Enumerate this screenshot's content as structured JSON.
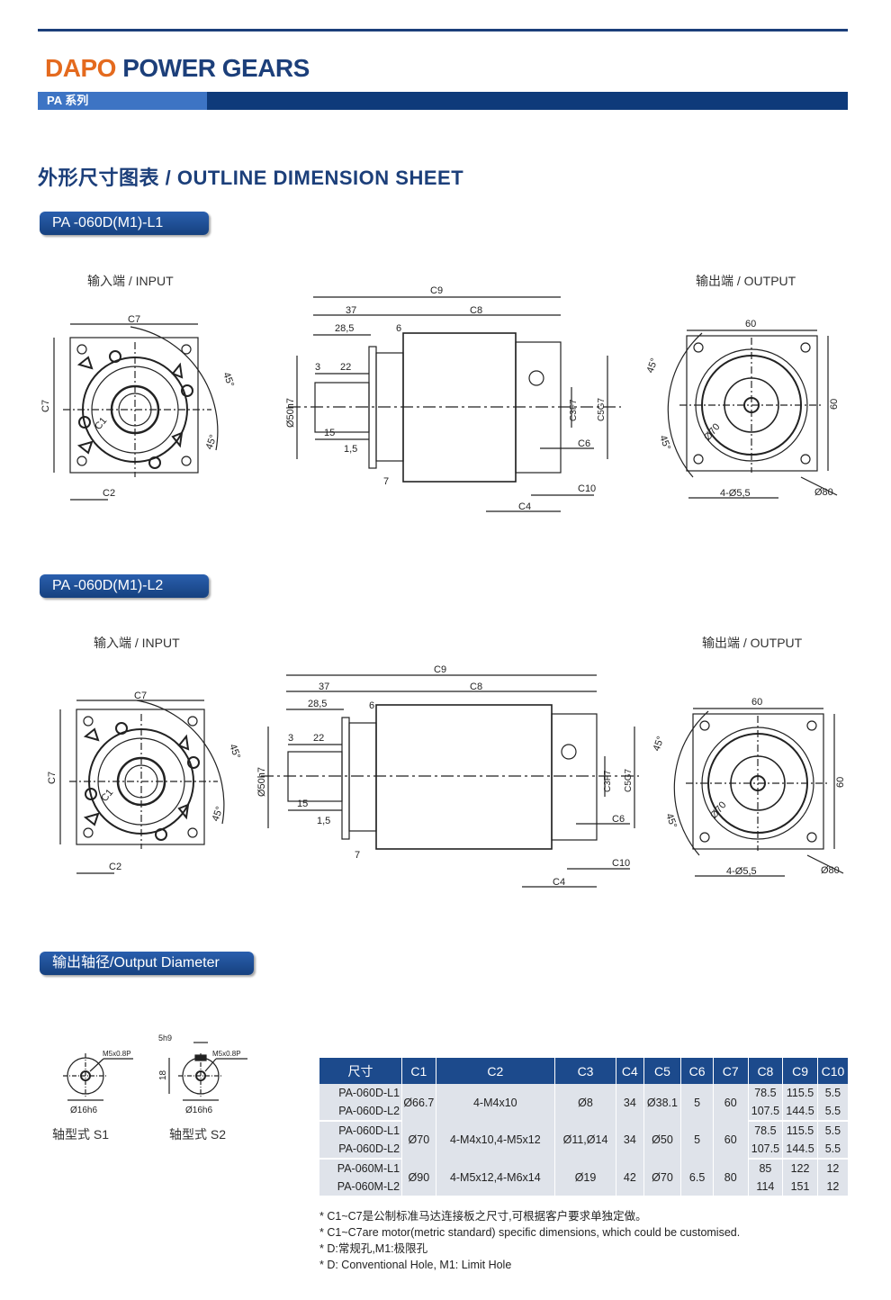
{
  "header": {
    "brand_part1": "DAPO",
    "brand_part2": "POWER GEARS",
    "series_label": "PA 系列",
    "colors": {
      "brand_orange": "#e46a1e",
      "brand_blue": "#1c3f7a",
      "series_blue": "#3d74c4",
      "table_header": "#1c4a8c",
      "table_cell": "#dfe3ea"
    }
  },
  "section_title": "外形尺寸图表 / OUTLINE DIMENSION SHEET",
  "models": [
    {
      "name": "PA -060D(M1)-L1",
      "input_label": "输入端 / INPUT",
      "output_label": "输出端 / OUTPUT"
    },
    {
      "name": "PA -060D(M1)-L2",
      "input_label": "输入端 / INPUT",
      "output_label": "输出端 / OUTPUT"
    }
  ],
  "drawing_labels": {
    "c1": "C1",
    "c2": "C2",
    "c3": "C3F7",
    "c4": "C4",
    "c5": "C5G7",
    "c6": "C6",
    "c7": "C7",
    "c8": "C8",
    "c9": "C9",
    "c10": "C10",
    "d37": "37",
    "d28_5": "28,5",
    "d6": "6",
    "d3": "3",
    "d22": "22",
    "d15": "15",
    "d1_5": "1,5",
    "d7": "7",
    "d50h7": "Ø50h7",
    "d60": "60",
    "deg45": "45°",
    "d70": "Ø70",
    "d80": "Ø80",
    "holes": "4-Ø5,5"
  },
  "output_diameter": {
    "title": "输出轴径/Output Diameter",
    "s1_label": "轴型式 S1",
    "s2_label": "轴型式 S2",
    "m5": "M5x0.8P",
    "d16": "Ø16h6",
    "w5": "5h9",
    "h18": "18"
  },
  "table": {
    "headers": [
      "尺寸",
      "C1",
      "C2",
      "C3",
      "C4",
      "C5",
      "C6",
      "C7",
      "C8",
      "C9",
      "C10"
    ],
    "groups": [
      {
        "models": [
          "PA-060D-L1",
          "PA-060D-L2"
        ],
        "c1": "Ø66.7",
        "c2": "4-M4x10",
        "c3": "Ø8",
        "c4": "34",
        "c5": "Ø38.1",
        "c6": "5",
        "c7": "60",
        "rows": [
          {
            "c8": "78.5",
            "c9": "115.5",
            "c10": "5.5"
          },
          {
            "c8": "107.5",
            "c9": "144.5",
            "c10": "5.5"
          }
        ]
      },
      {
        "models": [
          "PA-060D-L1",
          "PA-060D-L2"
        ],
        "c1": "Ø70",
        "c2": "4-M4x10,4-M5x12",
        "c3": "Ø11,Ø14",
        "c4": "34",
        "c5": "Ø50",
        "c6": "5",
        "c7": "60",
        "rows": [
          {
            "c8": "78.5",
            "c9": "115.5",
            "c10": "5.5"
          },
          {
            "c8": "107.5",
            "c9": "144.5",
            "c10": "5.5"
          }
        ]
      },
      {
        "models": [
          "PA-060M-L1",
          "PA-060M-L2"
        ],
        "c1": "Ø90",
        "c2": "4-M5x12,4-M6x14",
        "c3": "Ø19",
        "c4": "42",
        "c5": "Ø70",
        "c6": "6.5",
        "c7": "80",
        "rows": [
          {
            "c8": "85",
            "c9": "122",
            "c10": "12"
          },
          {
            "c8": "114",
            "c9": "151",
            "c10": "12"
          }
        ]
      }
    ]
  },
  "notes": [
    "* C1~C7是公制标准马达连接板之尺寸,可根据客户要求单独定做。",
    "* C1~C7are motor(metric standard)  specific dimensions, which could be customised.",
    "* D:常规孔,M1:极限孔",
    "* D: Conventional Hole, M1: Limit Hole"
  ]
}
